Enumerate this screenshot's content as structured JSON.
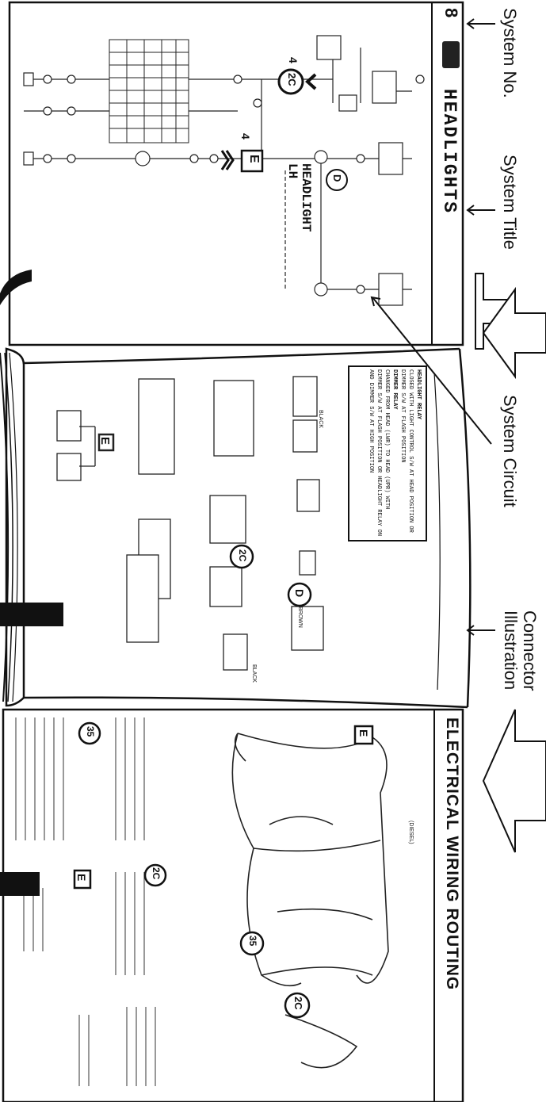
{
  "system_number": "8",
  "system_title": "HEADLIGHTS",
  "section_title": "ELECTRICAL WIRING ROUTING",
  "circuit_label": "HEADLIGHT",
  "circuit_label_sub": "LH",
  "routing_variant": "(DIESEL)",
  "relay_box": {
    "title": "HEADLIGHT RELAY",
    "lines": [
      "CLOSED WITH LIGHT CONTROL S/W AT HEAD POSITION OR",
      "DIMMER S/W AT FLASH POSITION",
      "DIMMER RELAY",
      "CHANGED FROM HEAD (LWR) TO HEAD (UPR) WITH",
      "DIMMER S/W AT FLASH POSITION OR HEADLIGHT RELAY ON",
      "AND DIMMER S/W AT HIGH POSITION"
    ]
  },
  "connector_codes": {
    "d": "D",
    "e": "E",
    "c2": "2C",
    "n35": "35",
    "num4a": "4",
    "num4b": "4",
    "black1": "BLACK",
    "black2": "BLACK",
    "brown": "BROWN"
  },
  "callouts": {
    "system_no": "System No.",
    "system_title": "System Title",
    "system_circuit": "System Circuit",
    "connector_illustration_1": "Connector",
    "connector_illustration_2": "Illustration"
  }
}
